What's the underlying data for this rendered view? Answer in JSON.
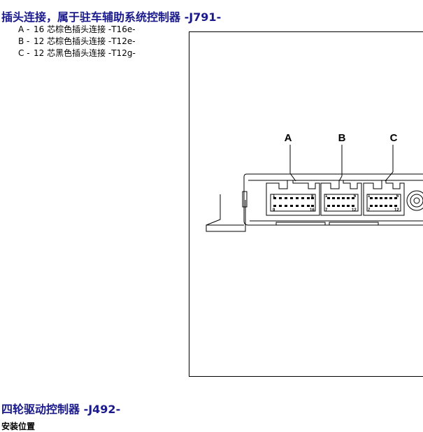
{
  "section1": {
    "title": "插头连接，属于驻车辅助系统控制器 -J791-",
    "items": [
      {
        "key": "A -",
        "text": "16 芯棕色插头连接 -T16e-"
      },
      {
        "key": "B -",
        "text": "12 芯棕色插头连接 -T12e-"
      },
      {
        "key": "C -",
        "text": "12 芯黑色插头连接 -T12g-"
      }
    ]
  },
  "figure": {
    "labels": [
      "A",
      "B",
      "C"
    ],
    "connectors": [
      {
        "top_left": "1",
        "top_right": "8",
        "bottom_left": "9",
        "bottom_right": "16"
      },
      {
        "top_left": "1",
        "top_right": "6",
        "bottom_left": "7",
        "bottom_right": "12"
      },
      {
        "top_left": "1",
        "top_right": "6",
        "bottom_left": "7",
        "bottom_right": "12"
      }
    ]
  },
  "section2": {
    "title": "四轮驱动控制器 -J492-",
    "subtitle": "安装位置"
  }
}
